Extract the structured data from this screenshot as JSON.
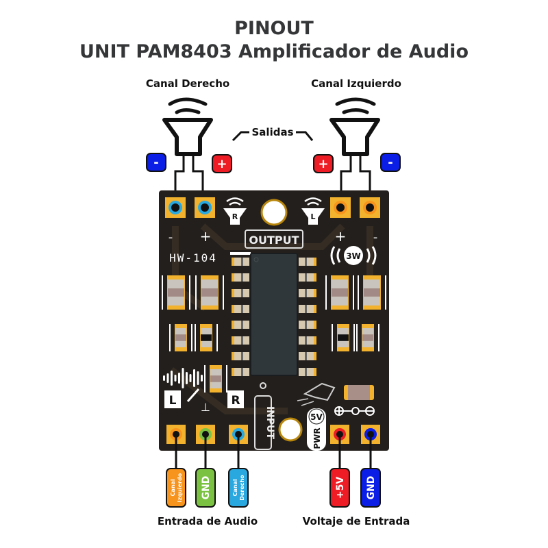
{
  "header": {
    "title_line1": "PINOUT",
    "title_line2": "UNIT PAM8403 Amplificador de Audio"
  },
  "outputs": {
    "group_label": "Salidas",
    "right_channel": {
      "label": "Canal Derecho",
      "minus": "-",
      "plus": "+"
    },
    "left_channel": {
      "label": "Canal Izquierdo",
      "plus": "+",
      "minus": "-"
    }
  },
  "board": {
    "model": "HW-104",
    "output_silk": "OUTPUT",
    "input_silk": "INPUT",
    "speaker_r": "R",
    "speaker_l": "L",
    "power_badge": "3W",
    "silk_minus": "-",
    "silk_plus": "+",
    "input_l": "L",
    "input_r": "R",
    "pwr_5v": "5V",
    "pwr_label": "PWR",
    "ground_symbol": "⊥"
  },
  "inputs": {
    "audio_group_label": "Entrada de Audio",
    "voltage_group_label": "Voltaje de Entrada",
    "pins": [
      {
        "label": "Canal Izquierdo",
        "line1": "Canal",
        "line2": "Izquierdo",
        "color": "#f7941d"
      },
      {
        "label": "GND",
        "line1": "GND",
        "line2": "",
        "color": "#7cc242"
      },
      {
        "label": "Canal Derecho",
        "line1": "Canal",
        "line2": "Derecho",
        "color": "#29a8e0"
      },
      {
        "label": "+5V",
        "line1": "+5V",
        "line2": "",
        "color": "#ee1c25"
      },
      {
        "label": "GND",
        "line1": "GND",
        "line2": "",
        "color": "#0b1ee6"
      }
    ]
  },
  "colors": {
    "pcb": "#231f1c",
    "pad": "#f2b22d",
    "minus_badge": "#0b1ee6",
    "plus_badge": "#ee1c25",
    "out_right_ring": "#29a8e0",
    "out_left_ring": "#f7941d",
    "title": "#343638"
  }
}
